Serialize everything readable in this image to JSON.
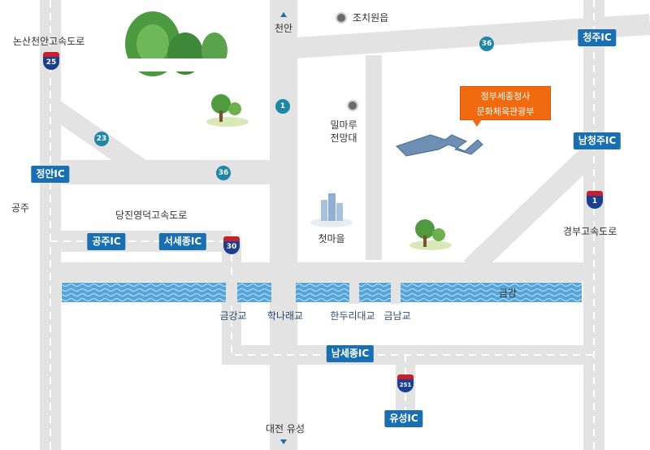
{
  "places": {
    "jochiwon": "조치원읍",
    "cheonan": "천안",
    "nonsan_cheonan_expressway": "논산천안고속도로",
    "gongju": "공주",
    "dangjin_yeongdeok_expressway": "당진영덕고속도로",
    "milmaru_observatory": "밀마루\n전망대",
    "cheotmaeul": "첫마을",
    "gyeongbu_expressway": "경부고속도로",
    "geumgang_river": "금강",
    "geumgang_bridge": "금강교",
    "haknarae_bridge": "학나래교",
    "handuri_bridge": "한두리대교",
    "geumnam_bridge": "금남교",
    "daejeon_yuseong": "대전 유성",
    "destination": "정부세종청사\n문화체육관광부"
  },
  "interchanges": {
    "cheongju": "청주IC",
    "namcheongju": "남청주IC",
    "jeongan": "정안IC",
    "gongju": "공주IC",
    "seosejong": "서세종IC",
    "namsejong": "남세종IC",
    "yuseong": "유성IC"
  },
  "route_numbers": {
    "national_1": "1",
    "national_23": "23",
    "national_36_west": "36",
    "national_36_east": "36",
    "expressway_25": "25",
    "expressway_30": "30",
    "expressway_1": "1",
    "expressway_251": "251"
  },
  "colors": {
    "road": "#e2e2e2",
    "road_dash": "#ffffff",
    "river": "#4fa0d8",
    "interchange": "#1a6fb0",
    "route_circle": "#1e87a8",
    "callout": "#f26a10"
  }
}
